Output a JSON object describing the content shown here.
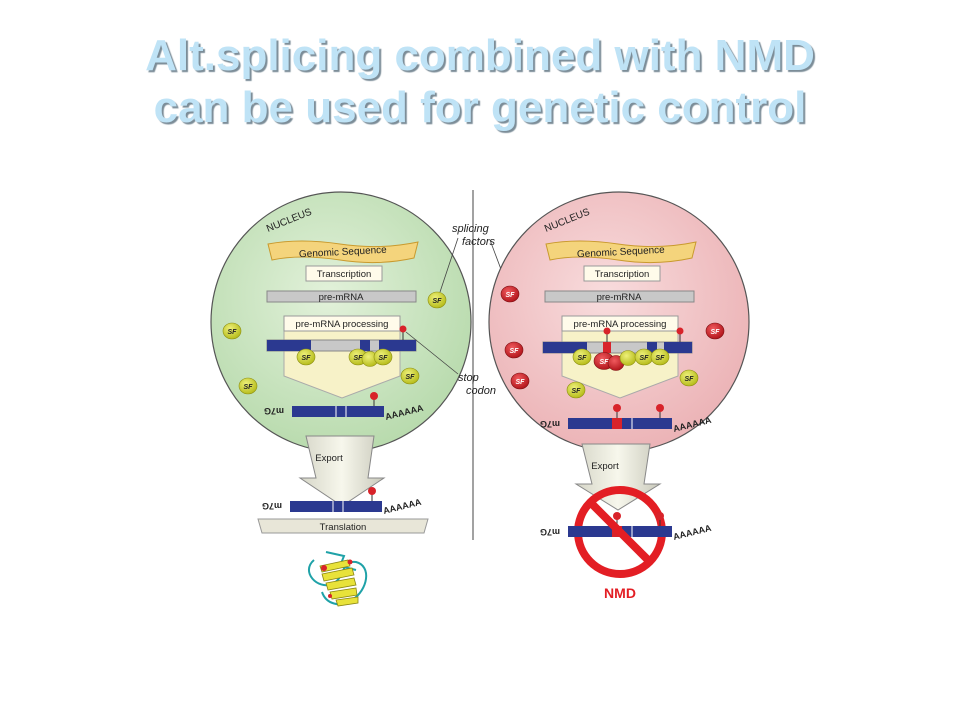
{
  "slide": {
    "title_line1": "Alt.splicing combined with NMD",
    "title_line2": "can be used for genetic control"
  },
  "figure": {
    "nucleus_label": "NUCLEUS",
    "genomic_sequence": "Genomic Sequence",
    "transcription": "Transcription",
    "pre_mrna": "pre-mRNA",
    "pre_mrna_processing": "pre-mRNA processing",
    "sf": "SF",
    "cap": "m7G",
    "poly_a": "AAAAAA",
    "export": "Export",
    "translation": "Translation",
    "nmd": "NMD",
    "splicing_factors_line1": "splicing",
    "splicing_factors_line2": "factors",
    "stop_codon_line1": "stop",
    "stop_codon_line2": "codon"
  },
  "colors": {
    "title": "#bfe3f6",
    "left_nucleus": "#cfe6c6",
    "right_nucleus": "#f3c7c9",
    "sf_green": "#cfd53a",
    "sf_red": "#d8232a",
    "exon": "#2b3990",
    "banner": "#f4d47c",
    "nmd": "#e31e24"
  }
}
